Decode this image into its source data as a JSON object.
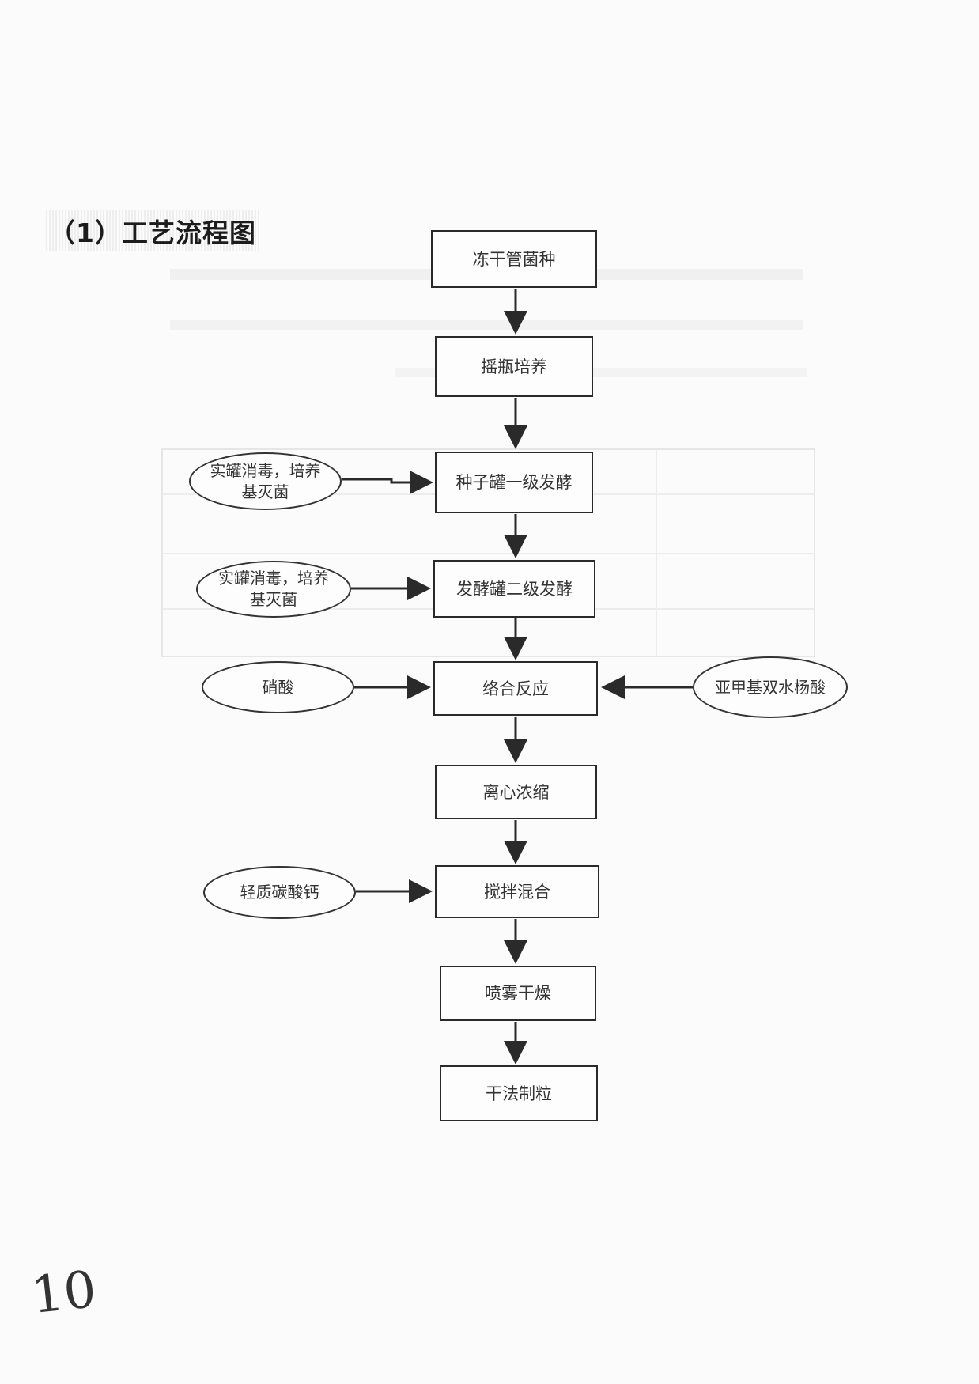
{
  "section_title": "（1）工艺流程图",
  "steps": [
    {
      "id": "s1",
      "label": "冻干管菌种"
    },
    {
      "id": "s2",
      "label": "摇瓶培养"
    },
    {
      "id": "s3",
      "label": "种子罐一级发酵"
    },
    {
      "id": "s4",
      "label": "发酵罐二级发酵"
    },
    {
      "id": "s5",
      "label": "络合反应"
    },
    {
      "id": "s6",
      "label": "离心浓缩"
    },
    {
      "id": "s7",
      "label": "搅拌混合"
    },
    {
      "id": "s8",
      "label": "喷雾干燥"
    },
    {
      "id": "s9",
      "label": "干法制粒"
    }
  ],
  "inputs": [
    {
      "id": "i1",
      "label": "实罐消毒，培养基灭菌",
      "target": "s3"
    },
    {
      "id": "i2",
      "label": "实罐消毒，培养基灭菌",
      "target": "s4"
    },
    {
      "id": "i3",
      "label": "硝酸",
      "target": "s5"
    },
    {
      "id": "i4",
      "label": "亚甲基双水杨酸",
      "target": "s5"
    },
    {
      "id": "i5",
      "label": "轻质碳酸钙",
      "target": "s7"
    }
  ],
  "page_number": "10",
  "colors": {
    "stroke": "#2a2a2a",
    "paper": "#fbfbfb"
  }
}
